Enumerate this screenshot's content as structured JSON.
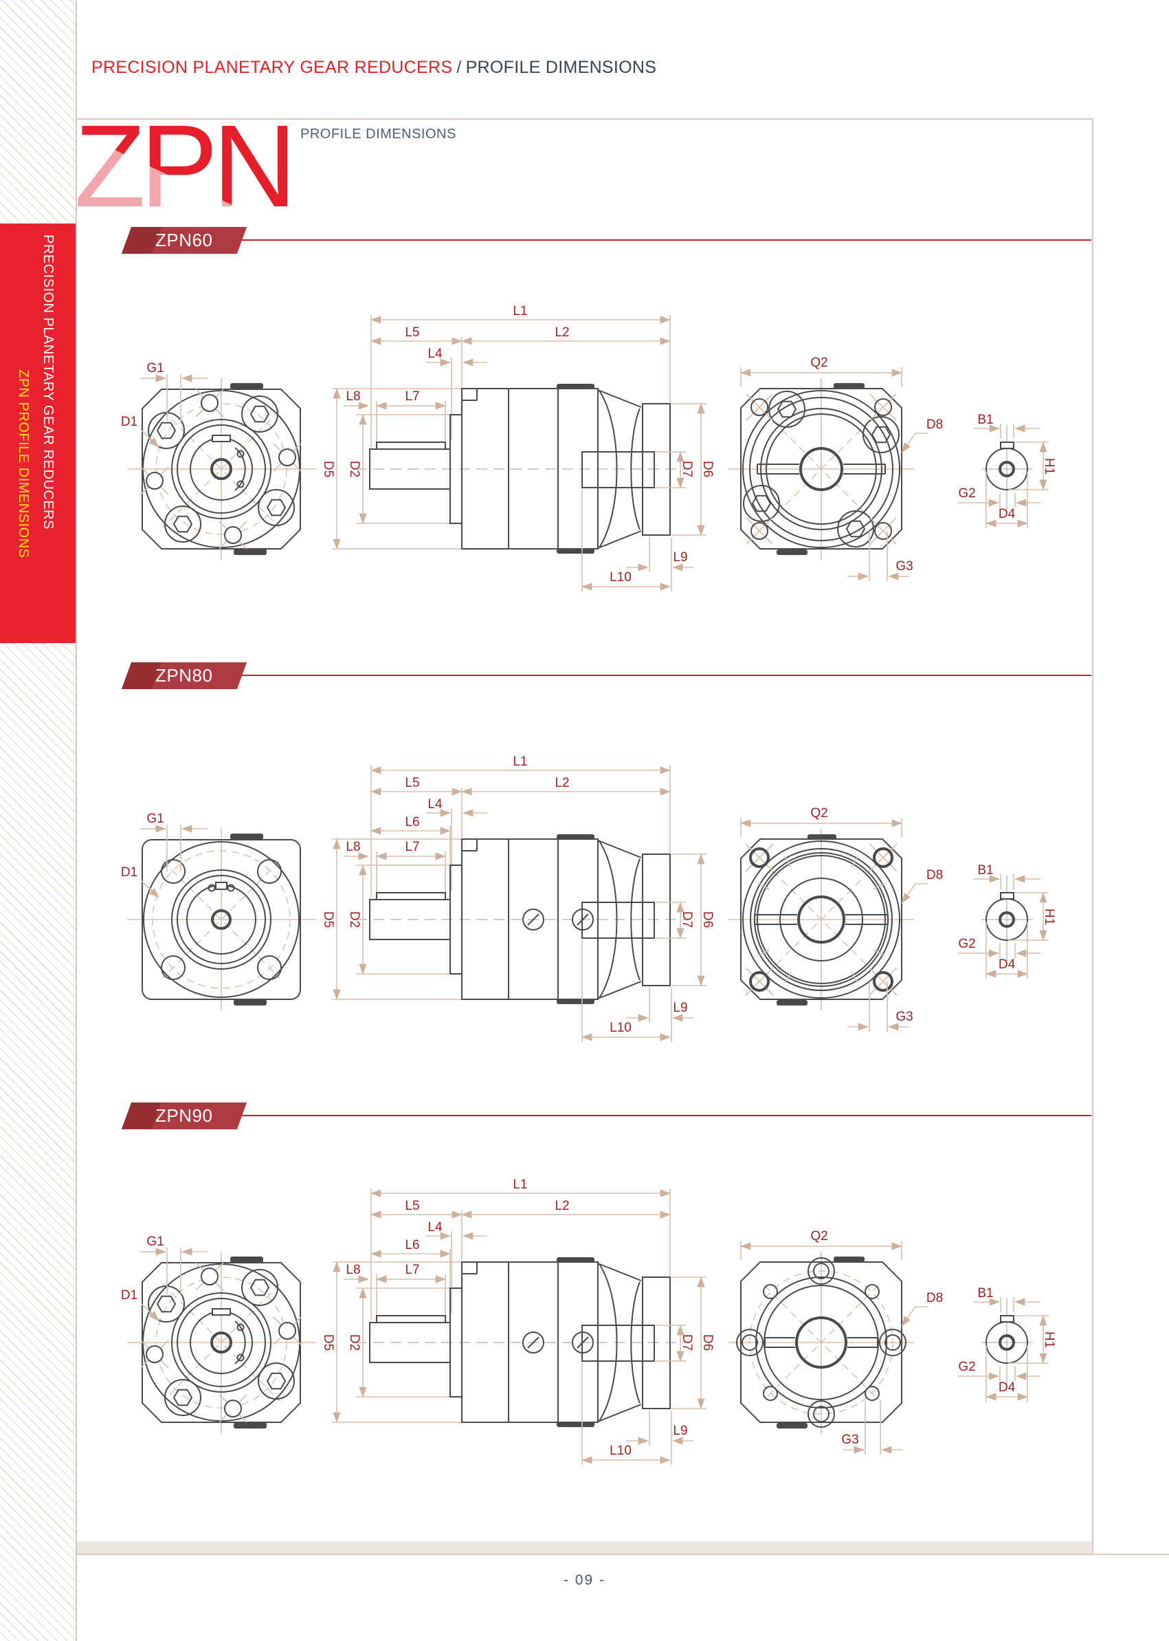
{
  "header": {
    "brand": "PRECISION PLANETARY GEAR REDUCERS",
    "divider": "/",
    "title": "PROFILE DIMENSIONS"
  },
  "logo": {
    "text": "ZPN",
    "tagline": "PROFILE DIMENSIONS"
  },
  "sidebar": {
    "line1": "PRECISION PLANETARY GEAR REDUCERS",
    "line2": "ZPN PROFILE DIMENSIONS"
  },
  "footer": {
    "page_number": "- 09 -"
  },
  "colors": {
    "accent_red": "#e32129",
    "sidebar_red": "#e8232e",
    "sidebar_yellow": "#ffe11c",
    "badge_red": "#ad3a40",
    "badge_dark_red": "#972e34",
    "rule_red": "#c4262c",
    "dimension_line": "#d8bfac",
    "dimension_label": "#9e2126",
    "drawing_outline": "#4a4a4a",
    "border_tan": "#d9c8bc",
    "heading_gray": "#39434d",
    "tagline_gray": "#4f6170",
    "logo_pink": "#f2a6ac",
    "logo_red": "#e51f2a"
  },
  "sections": [
    {
      "badge": "ZPN60",
      "dims": {
        "G1": "G1",
        "D1": "D1",
        "L1": "L1",
        "L5": "L5",
        "L2": "L2",
        "L4": "L4",
        "L8": "L8",
        "L7": "L7",
        "D5": "D5",
        "D2": "D2",
        "D7": "D7",
        "D6": "D6",
        "L9": "L9",
        "L10": "L10",
        "Q2": "Q2",
        "D8": "D8",
        "G3": "G3",
        "B1": "B1",
        "H1": "H1",
        "G2": "G2",
        "D4": "D4"
      }
    },
    {
      "badge": "ZPN80",
      "dims": {
        "G1": "G1",
        "D1": "D1",
        "L1": "L1",
        "L5": "L5",
        "L2": "L2",
        "L4": "L4",
        "L6": "L6",
        "L8": "L8",
        "L7": "L7",
        "D5": "D5",
        "D2": "D2",
        "D7": "D7",
        "D6": "D6",
        "L9": "L9",
        "L10": "L10",
        "Q2": "Q2",
        "D8": "D8",
        "G3": "G3",
        "B1": "B1",
        "H1": "H1",
        "G2": "G2",
        "D4": "D4"
      }
    },
    {
      "badge": "ZPN90",
      "dims": {
        "G1": "G1",
        "D1": "D1",
        "L1": "L1",
        "L5": "L5",
        "L2": "L2",
        "L4": "L4",
        "L6": "L6",
        "L8": "L8",
        "L7": "L7",
        "D5": "D5",
        "D2": "D2",
        "D7": "D7",
        "D6": "D6",
        "L9": "L9",
        "L10": "L10",
        "Q2": "Q2",
        "D8": "D8",
        "G3": "G3",
        "B1": "B1",
        "H1": "H1",
        "G2": "G2",
        "D4": "D4"
      }
    }
  ]
}
